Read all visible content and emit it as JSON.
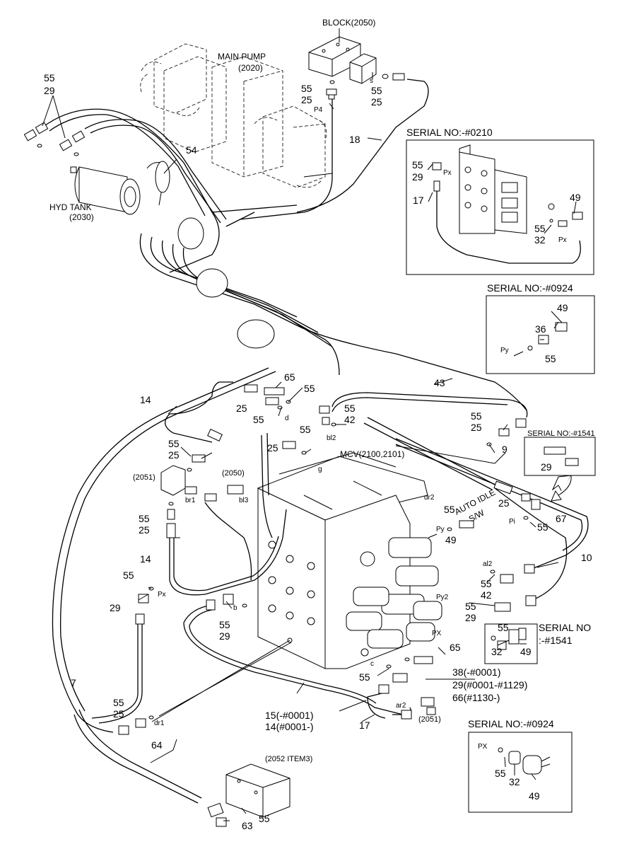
{
  "components": {
    "block": "BLOCK(2050)",
    "main_pump": "MAIN PUMP",
    "main_pump_no": "(2020)",
    "hyd_tank": "HYD TANK",
    "hyd_tank_no": "(2030)",
    "mcv": "MCV(2100,2101)",
    "auto_idle_1": "AUTO IDLE",
    "auto_idle_2": "S/W",
    "block_2051_left": "(2051)",
    "block_2050_mid": "(2050)",
    "block_2051_bottom": "(2051)",
    "block_2052": "(2052 ITEM3)"
  },
  "serial_boxes": {
    "s0210": "SERIAL NO:-#0210",
    "s0924_a": "SERIAL NO:-#0924",
    "s1541_a": "SERIAL NO:-#1541",
    "s1541_b_1": "SERIAL NO",
    "s1541_b_2": ":-#1541",
    "s0924_b": "SERIAL NO:-#0924"
  },
  "port_labels": {
    "s": "s",
    "p4": "P4",
    "px_1": "Px",
    "px_2": "Px",
    "px_left": "Px",
    "py_box": "Py",
    "d": "d",
    "bl2": "bl2",
    "br1": "br1",
    "bl3": "bl3",
    "g": "g",
    "dr2": "dr2",
    "py": "Py",
    "pi": "Pi",
    "a12": "al2",
    "py2": "Py2",
    "px_mcv": "PX",
    "b": "b",
    "c": "c",
    "dr1": "dr1",
    "ar2": "ar2",
    "px_bottom": "PX"
  },
  "callouts": {
    "n55_a": "55",
    "n29_a": "29",
    "n54": "54",
    "n55_p4": "55",
    "n25_p4": "25",
    "n55_bl": "55",
    "n25_bl": "25",
    "n18": "18",
    "n55_s0210": "55",
    "n29_s0210": "29",
    "n17_s0210": "17",
    "n49_s0210": "49",
    "n55b_s0210": "55",
    "n32_s0210": "32",
    "n49_s0924": "49",
    "n36_s0924": "36",
    "n55_s0924": "55",
    "n14_top": "14",
    "n65_top": "65",
    "n55_65": "55",
    "n25_65": "25",
    "n55_65b": "55",
    "n55_bl2": "55",
    "n42_bl2": "42",
    "n43": "43",
    "n55_r": "55",
    "n25_r": "25",
    "n29_s1541": "29",
    "n55_mid": "55",
    "n25_mid": "25",
    "n9": "9",
    "n55_l": "55",
    "n25_l": "25",
    "n55_l2": "55",
    "n25_l2": "25",
    "n25_ai": "25",
    "n55_ai": "55",
    "n67": "67",
    "n55_py": "55",
    "n49_py": "49",
    "n14_mid": "14",
    "n10": "10",
    "n55_px": "55",
    "n29_px": "29",
    "n55_a12": "55",
    "n42_a12": "42",
    "n55_b": "55",
    "n29_b": "29",
    "n55_py2": "55",
    "n29_py2": "29",
    "n55_sb": "55",
    "n32_sb": "32",
    "n49_sb": "49",
    "n65_bot": "65",
    "n7": "7",
    "n55_c": "55",
    "n38": "38(-#0001)",
    "n29_range": "29(#0001-#1129)",
    "n66": "66(#1130-)",
    "n55_dr1": "55",
    "n25_dr1": "25",
    "n15": "15(-#0001)",
    "n14_bot": "14(#0001-)",
    "n17_bot": "17",
    "n55_s0924b": "55",
    "n32_s0924b": "32",
    "n49_s0924b": "49",
    "n64": "64",
    "n63": "63",
    "n55_2052": "55"
  }
}
